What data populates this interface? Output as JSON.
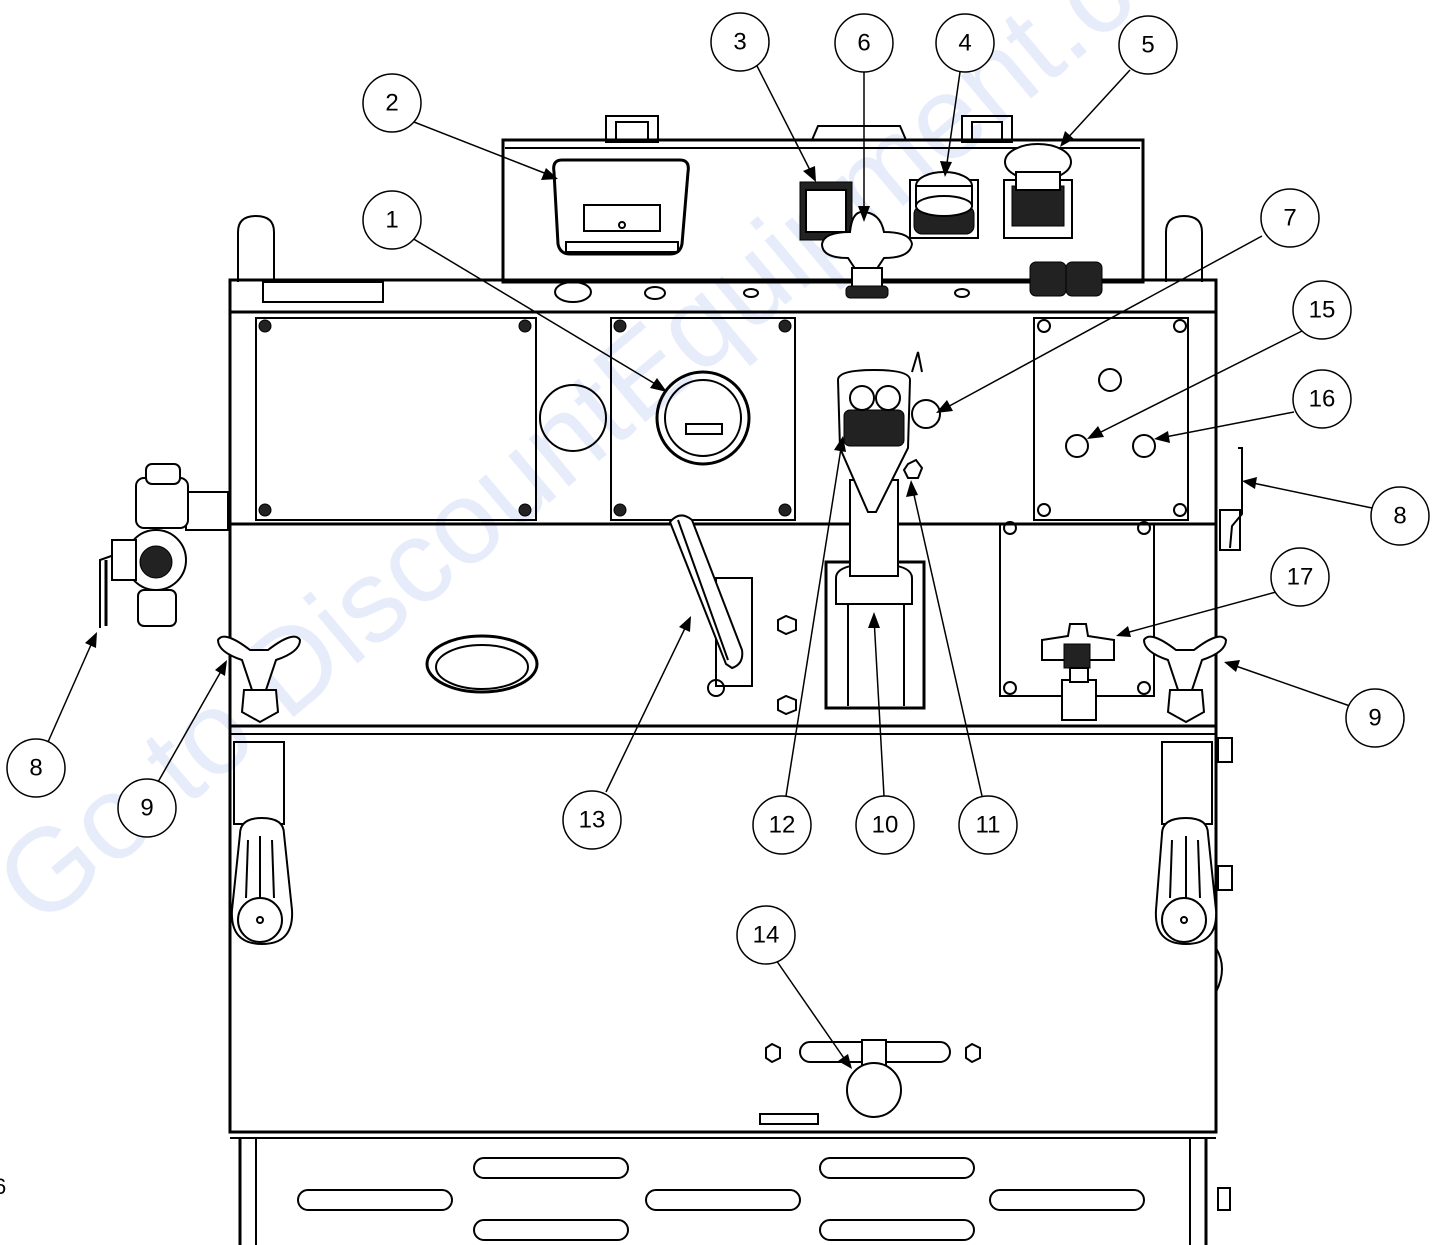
{
  "watermark": "Go to DiscountEquipment.com",
  "edge_fragment": "6",
  "callouts": [
    {
      "id": "c1",
      "label": "1"
    },
    {
      "id": "c2",
      "label": "2"
    },
    {
      "id": "c3",
      "label": "3"
    },
    {
      "id": "c4",
      "label": "4"
    },
    {
      "id": "c5",
      "label": "5"
    },
    {
      "id": "c6",
      "label": "6"
    },
    {
      "id": "c7",
      "label": "7"
    },
    {
      "id": "c8a",
      "label": "8"
    },
    {
      "id": "c8b",
      "label": "8"
    },
    {
      "id": "c9a",
      "label": "9"
    },
    {
      "id": "c9b",
      "label": "9"
    },
    {
      "id": "c10",
      "label": "10"
    },
    {
      "id": "c11",
      "label": "11"
    },
    {
      "id": "c12",
      "label": "12"
    },
    {
      "id": "c13",
      "label": "13"
    },
    {
      "id": "c14",
      "label": "14"
    },
    {
      "id": "c15",
      "label": "15"
    },
    {
      "id": "c16",
      "label": "16"
    },
    {
      "id": "c17",
      "label": "17"
    }
  ]
}
